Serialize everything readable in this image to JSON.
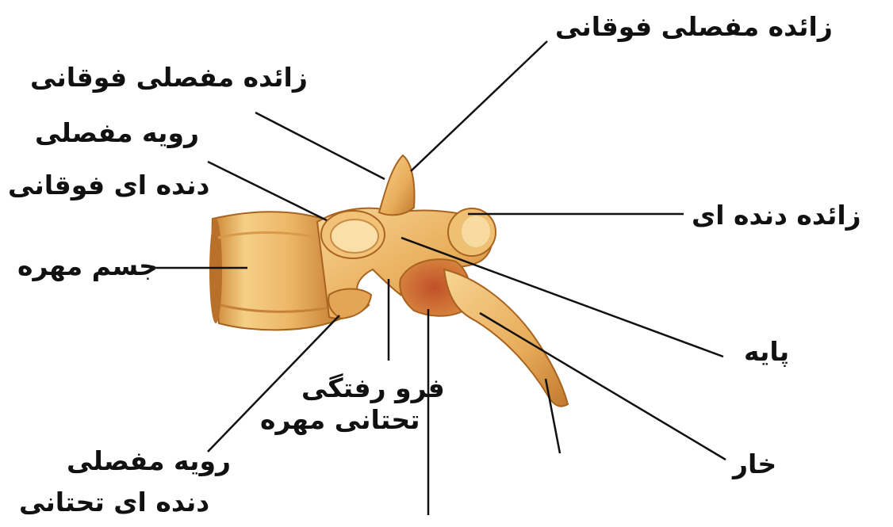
{
  "colors": {
    "bone_light": "#f3c779",
    "bone_mid": "#e2a24a",
    "bone_dark": "#a8631f",
    "bone_red": "#c1502a",
    "leader_line": "#111111",
    "text": "#111111",
    "background": "#ffffff"
  },
  "labels": {
    "superior_articular_process_top": "زائده مفصلی فوقانی",
    "superior_articular_process_left": "زائده مفصلی فوقانی",
    "superior_costal_facet_line1": "رویه مفصلی",
    "superior_costal_facet_line2": "دنده ای فوقانی",
    "transverse_process": "زائده دنده ای",
    "vertebral_body": "جسم مهره",
    "pedicle": "پایه",
    "inferior_vertebral_notch_line1": "فرو رفتگی",
    "inferior_vertebral_notch_line2": "تحتانی مهره",
    "inferior_costal_facet_line1": "رویه مفصلی",
    "inferior_costal_facet_line2": "دنده ای تحتانی",
    "spinous_process": "خار"
  }
}
